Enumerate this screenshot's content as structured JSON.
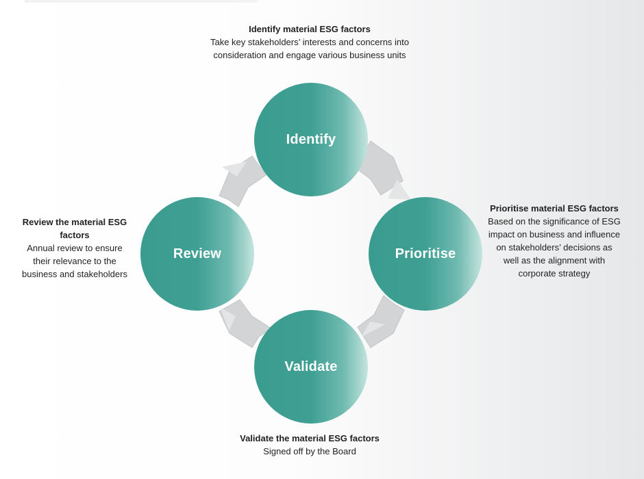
{
  "steps": {
    "identify": {
      "label": "Identify",
      "heading": "Identify material ESG factors",
      "body": "Take key stakeholders’ interests and concerns into consideration and engage various business units"
    },
    "prioritise": {
      "label": "Prioritise",
      "heading": "Prioritise material ESG factors",
      "body": "Based on the significance of ESG impact on business and influence on stakeholders’ decisions as well as the alignment with corporate strategy"
    },
    "validate": {
      "label": "Validate",
      "heading": "Validate the material ESG factors",
      "body": "Signed off by the Board"
    },
    "review": {
      "label": "Review",
      "heading": "Review the material ESG factors",
      "body": "Annual review to ensure their relevance to the business and stakeholders"
    }
  },
  "colors": {
    "circle": "#3f9f93",
    "arrow": "#d3d4d6",
    "arrow_edge": "#bdbec1"
  }
}
